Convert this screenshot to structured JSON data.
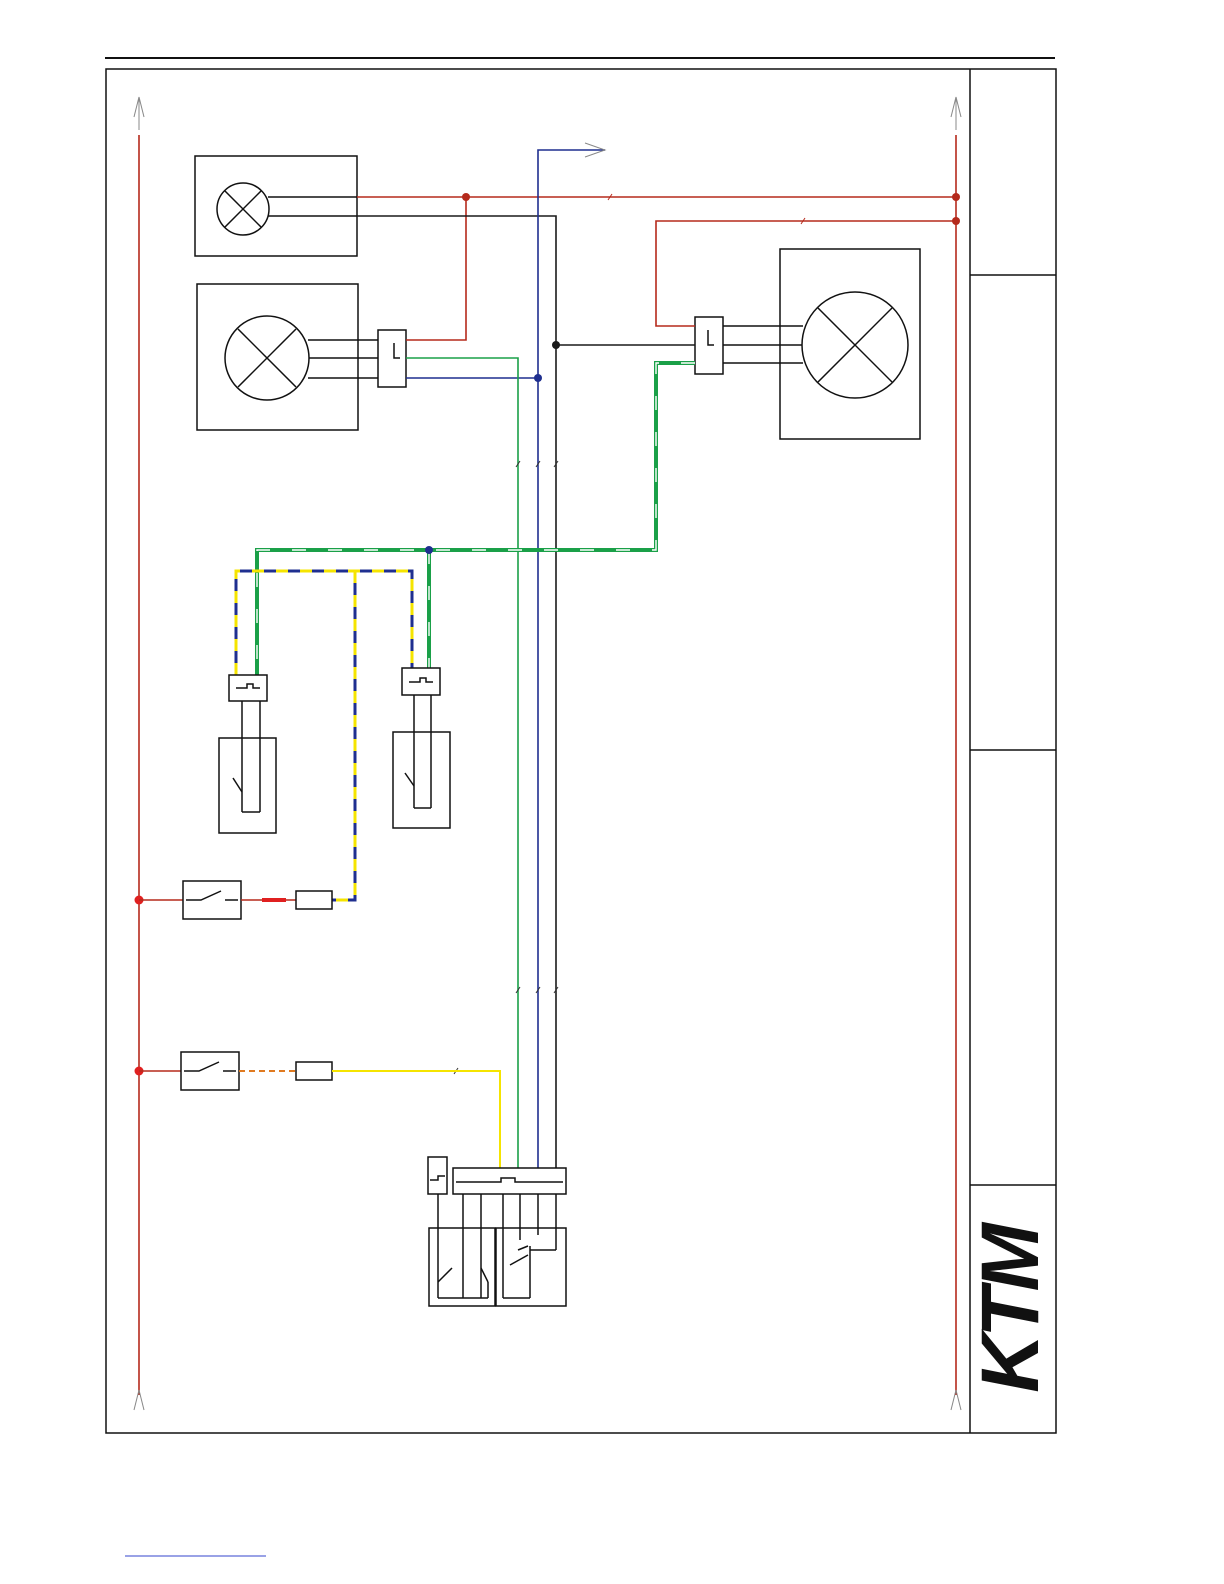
{
  "diagram": {
    "brand_logo": "KTM",
    "colors": {
      "red": "#b52a1c",
      "bright_red": "#e02020",
      "black": "#1a1a1a",
      "blue": "#1f2f8f",
      "green": "#1aa048",
      "yellow": "#f5e400",
      "frame": "#111111",
      "footer_link": "#3344cc"
    },
    "components": [
      "small-lamp",
      "left-large-lamp",
      "right-large-lamp",
      "left-switch-unit",
      "right-switch-unit",
      "upper-toggle-switch",
      "lower-toggle-switch",
      "upper-fuse",
      "lower-fuse",
      "handlebar-switch-unit"
    ]
  }
}
